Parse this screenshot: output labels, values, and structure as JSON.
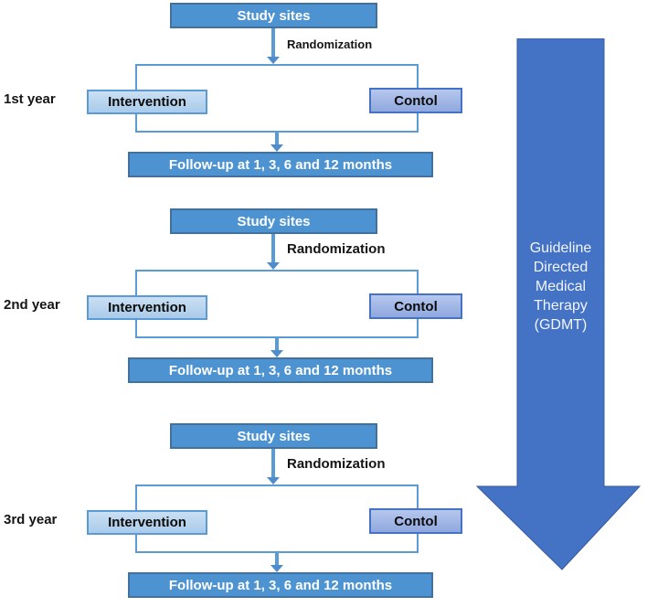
{
  "diagram": {
    "years": [
      {
        "year_label": "1st year",
        "study_sites_label": "Study sites",
        "randomization_label": "Randomization",
        "intervention_label": "Intervention",
        "control_label": "Contol",
        "followup_label": "Follow-up at 1, 3, 6 and 12 months"
      },
      {
        "year_label": "2nd year",
        "study_sites_label": "Study sites",
        "randomization_label": "Randomization",
        "intervention_label": "Intervention",
        "control_label": "Contol",
        "followup_label": "Follow-up at 1, 3, 6 and 12 months"
      },
      {
        "year_label": "3rd year",
        "study_sites_label": "Study sites",
        "randomization_label": "Randomization",
        "intervention_label": "Intervention",
        "control_label": "Contol",
        "followup_label": "Follow-up at 1, 3, 6 and 12 months"
      }
    ],
    "gdmt_arrow_label": "Guideline Directed Medical Therapy (GDMT)",
    "colors": {
      "flow_box_fill": "#4D93D2",
      "flow_box_border": "#41719C",
      "intervention_fill_top": "#CADFF3",
      "intervention_fill_bottom": "#A9CBEA",
      "intervention_border": "#5B9BD5",
      "control_fill_top": "#B6C7ED",
      "control_fill_bottom": "#8FA8DE",
      "control_border": "#4472C4",
      "connector_blue": "#5B9BD5",
      "bracket_border": "#5B9BD5",
      "gdmt_arrow_fill": "#4472C4",
      "gdmt_arrow_stroke": "#36599E",
      "text_on_blue": "#FFFFFF",
      "text_dark": "#151515"
    }
  }
}
